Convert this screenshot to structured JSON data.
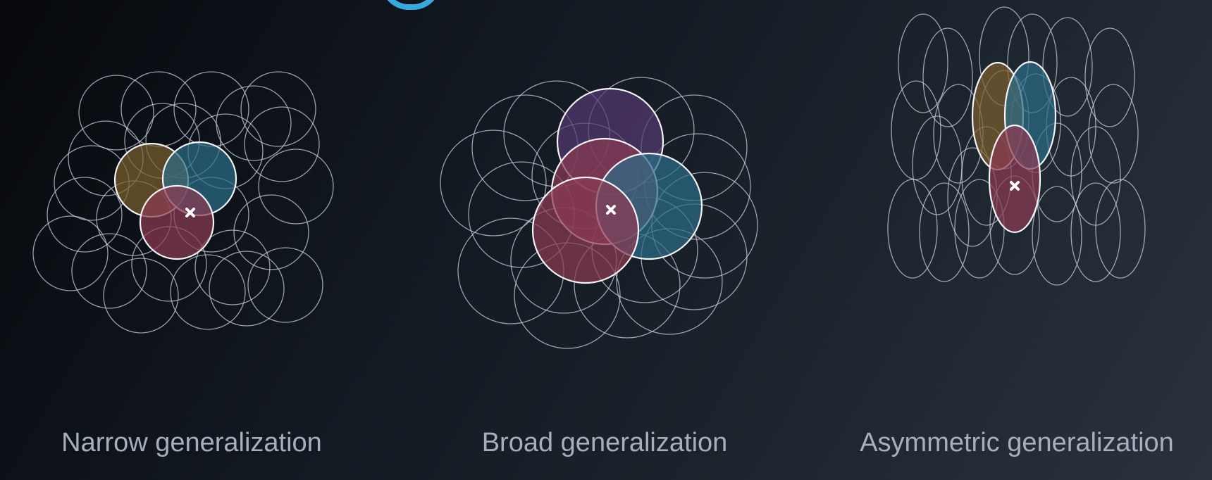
{
  "colors": {
    "brown": "#7a5e2e",
    "teal": "#2c6c86",
    "rose": "#8a3a52",
    "purple": "#53396f",
    "accent": "#3aa8e0"
  },
  "panels": [
    {
      "id": "narrow",
      "caption": "Narrow generalization"
    },
    {
      "id": "broad",
      "caption": "Broad generalization"
    },
    {
      "id": "asymmetric",
      "caption": "Asymmetric generalization"
    }
  ]
}
